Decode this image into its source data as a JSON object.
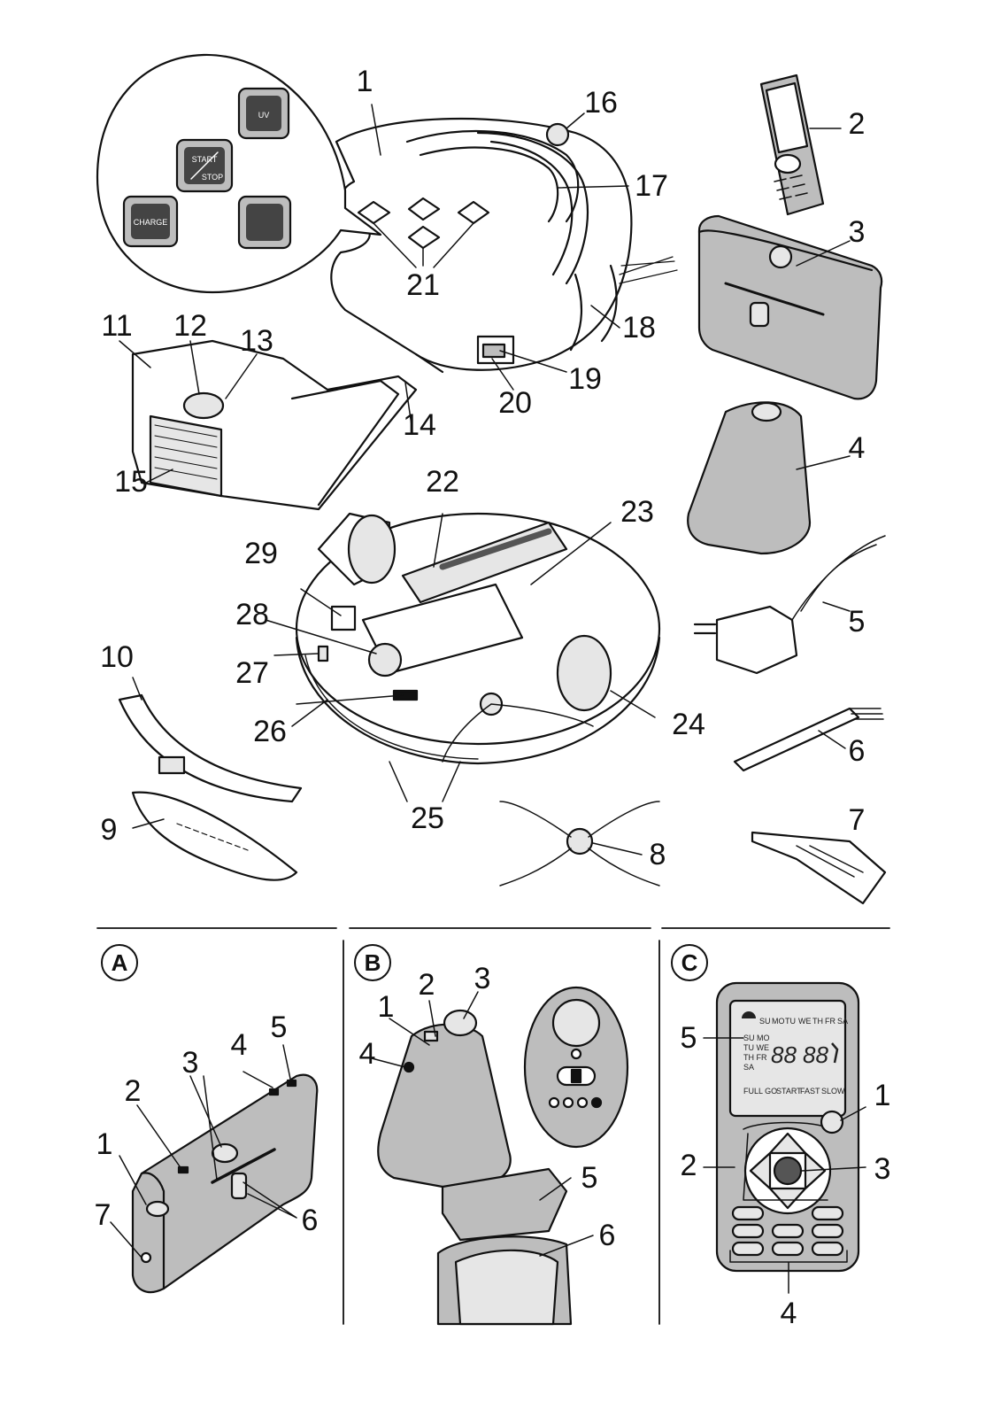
{
  "callouts_top": [
    "1",
    "2",
    "3",
    "4",
    "5",
    "6",
    "7",
    "8",
    "9",
    "10",
    "11",
    "12",
    "13",
    "14",
    "15",
    "16",
    "17",
    "18",
    "19",
    "20",
    "21",
    "22",
    "23",
    "24",
    "25",
    "26",
    "27",
    "28",
    "29"
  ],
  "control_keys": {
    "uv": "UV",
    "start": "START",
    "stop": "STOP",
    "charge": "CHARGE"
  },
  "panel_a": {
    "letter": "A",
    "callouts": [
      "1",
      "2",
      "3",
      "4",
      "5",
      "6",
      "7"
    ]
  },
  "panel_b": {
    "letter": "B",
    "callouts": [
      "1",
      "2",
      "3",
      "4",
      "5",
      "6"
    ]
  },
  "panel_c": {
    "letter": "C",
    "callouts": [
      "1",
      "2",
      "3",
      "4",
      "5"
    ],
    "lcd_days_row": [
      "SU",
      "MO",
      "TU",
      "WE",
      "TH",
      "FR",
      "SA"
    ],
    "lcd_days_stack": [
      "SU MO",
      "TU WE",
      "TH FR",
      "SA"
    ],
    "lcd_digits_left": "88",
    "lcd_digits_right": "88",
    "lcd_modes": [
      "FULL GO",
      "START",
      "FAST",
      "SLOW"
    ]
  },
  "colors": {
    "ink": "#111111",
    "gray_fill": "#bdbdbd",
    "dark_key": "#444444",
    "light_fill": "#e6e6e6"
  }
}
